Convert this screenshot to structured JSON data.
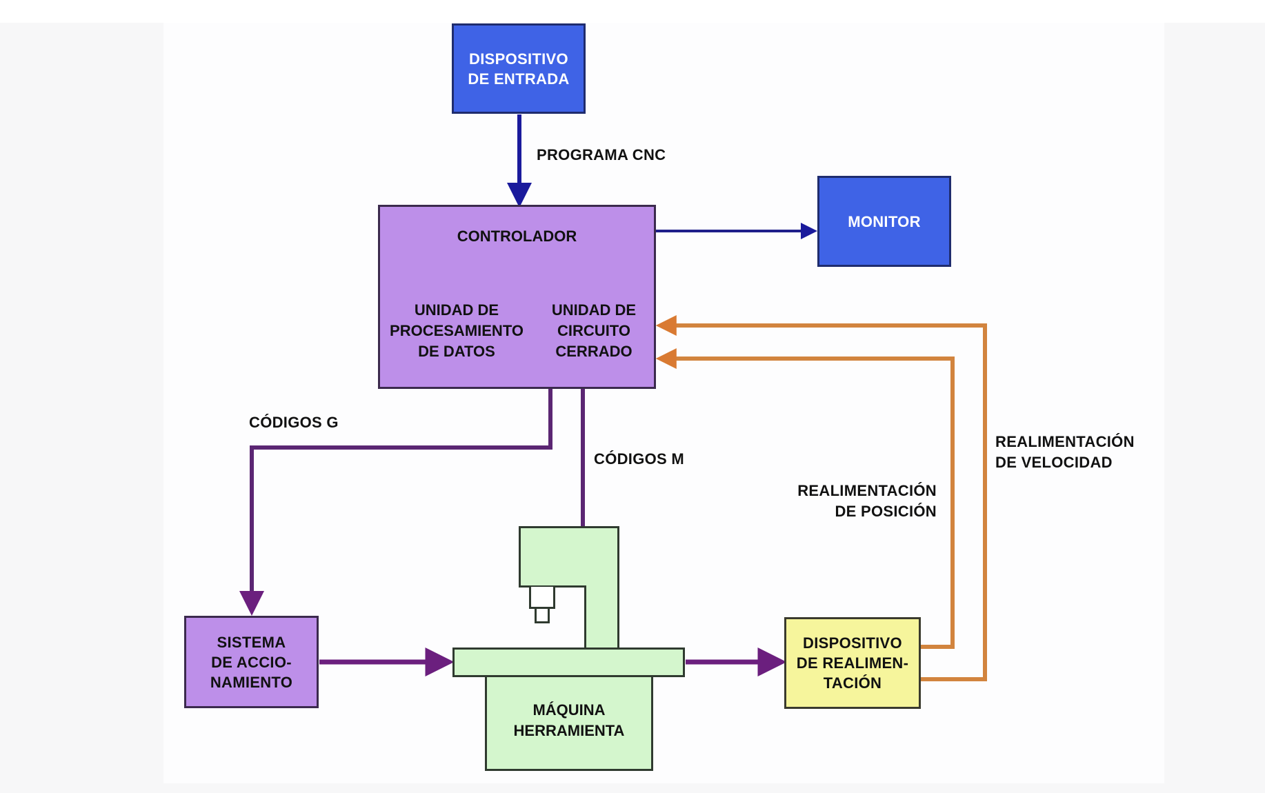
{
  "diagram": {
    "colors": {
      "input_blue": "#3f63e6",
      "controller_purple": "#bd8fe9",
      "machine_green": "#d4f6cd",
      "feedback_yellow": "#f6f59c",
      "signal_line_blue": "#1a1a9c",
      "signal_line_purple": "#5b2673",
      "feedback_line_orange": "#d2843e"
    },
    "nodes": {
      "input_device": {
        "lines": [
          "DISPOSITIVO",
          "DE ENTRADA"
        ]
      },
      "monitor": {
        "lines": [
          "MONITOR"
        ]
      },
      "controller": {
        "title": "CONTROLADOR",
        "data_processing_unit": [
          "UNIDAD DE",
          "PROCESAMIENTO",
          "DE DATOS"
        ],
        "closed_loop_unit": [
          "UNIDAD DE",
          "CIRCUITO",
          "CERRADO"
        ]
      },
      "drive_system": {
        "lines": [
          "SISTEMA",
          "DE ACCIO-",
          "NAMIENTO"
        ]
      },
      "machine_tool": {
        "lines": [
          "MÁQUINA",
          "HERRAMIENTA"
        ]
      },
      "feedback_device": {
        "lines": [
          "DISPOSITIVO",
          "DE REALIMEN-",
          "TACIÓN"
        ]
      }
    },
    "edge_labels": {
      "cnc_program": "PROGRAMA CNC",
      "g_codes": "CÓDIGOS G",
      "m_codes": "CÓDIGOS M",
      "position_feedback": [
        "REALIMENTACIÓN",
        "DE POSICIÓN"
      ],
      "velocity_feedback": [
        "REALIMENTACIÓN",
        "DE VELOCIDAD"
      ]
    },
    "edges": [
      {
        "from": "input_device",
        "to": "controller",
        "label": "PROGRAMA CNC"
      },
      {
        "from": "controller",
        "to": "monitor"
      },
      {
        "from": "controller",
        "to": "drive_system",
        "label": "CÓDIGOS G"
      },
      {
        "from": "controller",
        "to": "machine_tool",
        "label": "CÓDIGOS M"
      },
      {
        "from": "drive_system",
        "to": "machine_tool"
      },
      {
        "from": "machine_tool",
        "to": "feedback_device"
      },
      {
        "from": "feedback_device",
        "to": "controller",
        "label": "REALIMENTACIÓN DE POSICIÓN"
      },
      {
        "from": "feedback_device",
        "to": "controller",
        "label": "REALIMENTACIÓN DE VELOCIDAD"
      }
    ]
  }
}
